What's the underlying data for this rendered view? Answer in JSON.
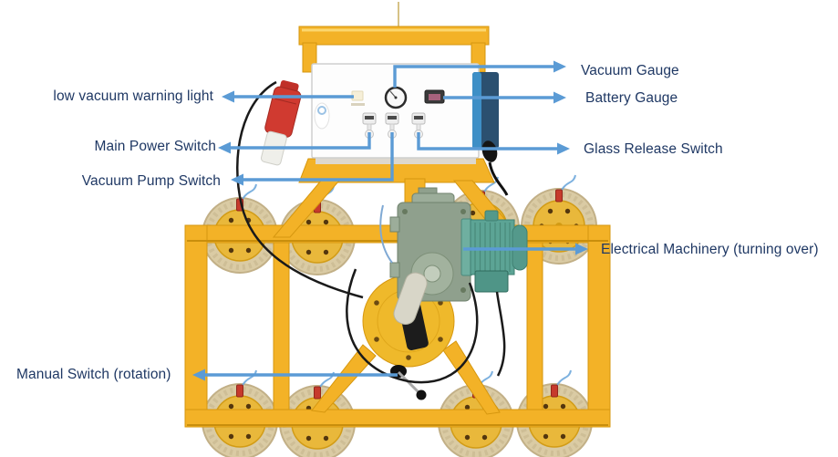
{
  "callouts": {
    "low_vacuum_warning_light": "low vacuum warning light",
    "main_power_switch": "Main Power Switch",
    "vacuum_pump_switch": "Vacuum Pump Switch",
    "manual_switch_rotation": "Manual Switch (rotation)",
    "vacuum_gauge": "Vacuum Gauge",
    "battery_gauge": "Battery Gauge",
    "glass_release_switch": "Glass Release Switch",
    "electrical_machinery_turning_over": "Electrical Machinery (turning over)"
  },
  "colors": {
    "arrow": "#5B9BD5",
    "label_text": "#1F3864",
    "frame_yellow": "#F3B227",
    "frame_shade": "#D6970F",
    "motor_teal": "#5CA495",
    "gearbox_green": "#8FA08D",
    "suction_cup_rim": "#DACBA4",
    "suction_cup_center": "#E9B83B",
    "plug_red": "#D03A30",
    "panel_white": "#FDFDFD",
    "background": "#FFFFFF"
  }
}
